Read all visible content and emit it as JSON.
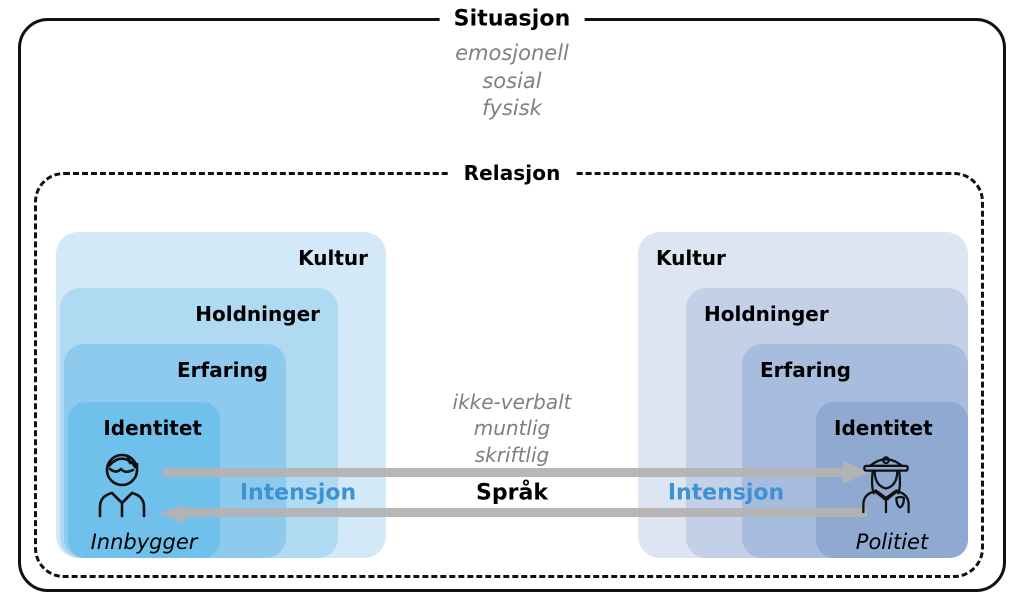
{
  "diagram": {
    "outer_frame": {
      "label": "Situasjon"
    },
    "inner_frame": {
      "label": "Relasjon"
    },
    "situasjon_descriptors": [
      "emosjonell",
      "sosial",
      "fysisk"
    ],
    "sprak_descriptors": [
      "ikke-verbalt",
      "muntlig",
      "skriftlig"
    ],
    "center": {
      "sprak_label": "Språk",
      "intensjon_left": "Intensjon",
      "intensjon_right": "Intensjon"
    },
    "left_actor": {
      "caption": "Innbygger",
      "icon": "citizen-person-icon",
      "layers": [
        {
          "label": "Kultur",
          "color": "#d4e9f8"
        },
        {
          "label": "Holdninger",
          "color": "#b0d9f2"
        },
        {
          "label": "Erfaring",
          "color": "#8ecaee"
        },
        {
          "label": "Identitet",
          "color": "#6fc0ea"
        }
      ]
    },
    "right_actor": {
      "caption": "Politiet",
      "icon": "police-officer-icon",
      "layers": [
        {
          "label": "Kultur",
          "color": "#dce5f1"
        },
        {
          "label": "Holdninger",
          "color": "#c3d0e7"
        },
        {
          "label": "Erfaring",
          "color": "#a8bcdd"
        },
        {
          "label": "Identitet",
          "color": "#8fa9d1"
        }
      ]
    },
    "arrows": [
      {
        "name": "arrow-citizen-to-police",
        "direction": "right",
        "color": "#b3b3b3"
      },
      {
        "name": "arrow-police-to-citizen",
        "direction": "left",
        "color": "#b3b3b3"
      }
    ],
    "colors": {
      "accent_blue": "#3c92d4",
      "gray_text": "#808080",
      "frame": "#111111",
      "arrow": "#b3b3b3"
    }
  }
}
